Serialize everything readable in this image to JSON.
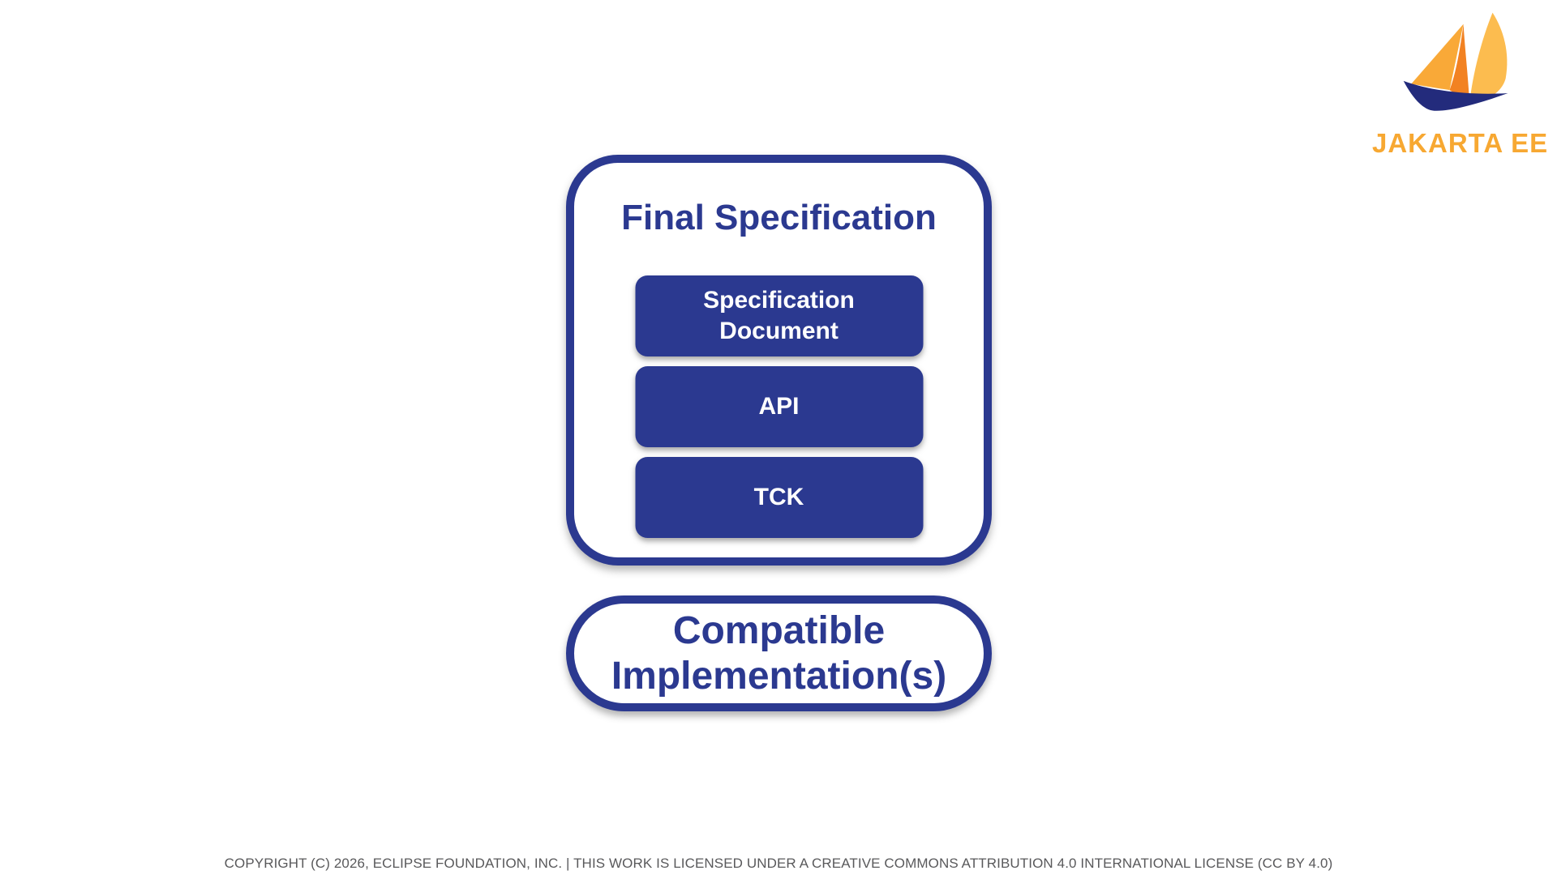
{
  "logo": {
    "text": "JAKARTA EE",
    "text_color": "#F7A832",
    "sail_back_color": "#FCBC4F",
    "sail_front_color": "#F9A938",
    "sail_overlap_color": "#F28222",
    "hull_color": "#232B7C"
  },
  "diagram": {
    "accent_color": "#2B3990",
    "box_text_color": "#FFFFFF",
    "spec_box": {
      "title": "Final Specification",
      "items": [
        {
          "label": "Specification\nDocument"
        },
        {
          "label": "API"
        },
        {
          "label": "TCK"
        }
      ]
    },
    "implementations_box": {
      "label": "Compatible\nImplementation(s)"
    }
  },
  "footer": {
    "text": "COPYRIGHT (C) 2026, ECLIPSE FOUNDATION, INC. | THIS WORK IS LICENSED UNDER A CREATIVE COMMONS ATTRIBUTION 4.0 INTERNATIONAL LICENSE (CC BY 4.0)",
    "text_color": "#59595B"
  }
}
